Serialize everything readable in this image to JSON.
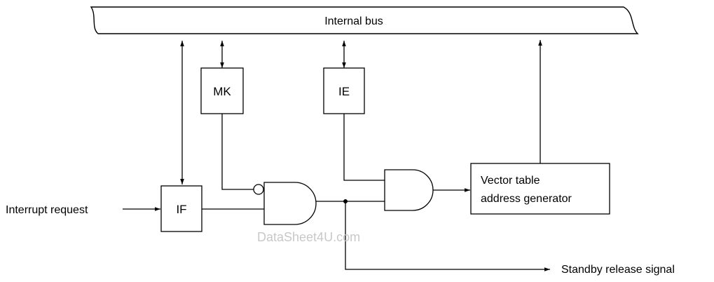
{
  "bus_label": "Internal bus",
  "registers": {
    "mk": "MK",
    "ie": "IE",
    "if": "IF"
  },
  "vector_generator": {
    "line1": "Vector table",
    "line2": "address generator"
  },
  "input_label": "Interrupt request",
  "output_label": "Standby release signal",
  "watermark": "DataSheet4U.com"
}
